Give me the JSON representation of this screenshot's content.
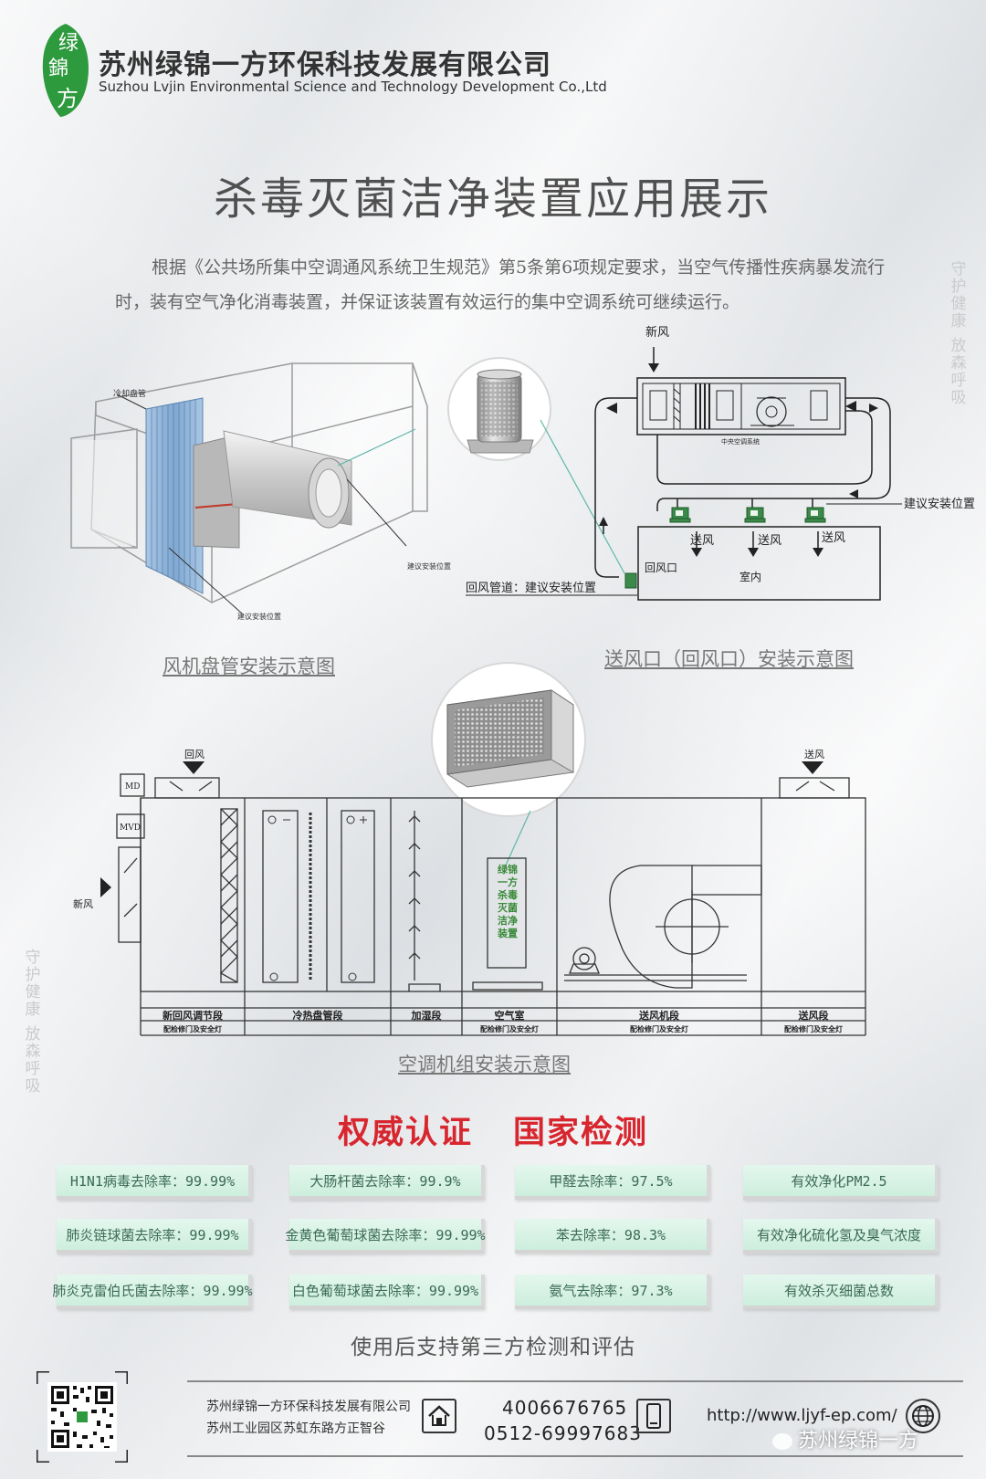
{
  "header": {
    "logo_chars": [
      "绿",
      "錦",
      "方"
    ],
    "company_cn": "苏州绿锦一方环保科技发展有限公司",
    "company_en": "Suzhou Lvjin Environmental Science and Technology Development Co.,Ltd"
  },
  "title": "杀毒灭菌洁净装置应用展示",
  "intro": "根据《公共场所集中空调通风系统卫生规范》第5条第6项规定要求，当空气传播性疾病暴发流行时，装有空气净化消毒装置，并保证该装置有效运行的集中空调系统可继续运行。",
  "side_text": {
    "right": [
      "守",
      "护",
      "健",
      "康",
      " ",
      "放",
      "森",
      "呼",
      "吸"
    ],
    "left": [
      "守",
      "护",
      "健",
      "康",
      " ",
      "放",
      "森",
      "呼",
      "吸"
    ]
  },
  "fan_coil": {
    "label_coil": "冷却盘管",
    "label_pos1": "建议安装位置",
    "label_pos2": "建议安装位置",
    "caption": "风机盘管安装示意图"
  },
  "supply_diagram": {
    "fresh_air": "新风",
    "central_system": "中央空调系统",
    "suggested_pos": "建议安装位置",
    "supply": "送风",
    "return_vent": "回风口",
    "indoor": "室内",
    "return_duct": "回风管道：建议安装位置",
    "caption": "送风口（回风口）安装示意图"
  },
  "ahu": {
    "return_air": "回风",
    "supply_air": "送风",
    "md": "MD",
    "mvd": "MVD",
    "fresh_air": "新风",
    "device_label": "绿锦一方杀毒灭菌洁净装置",
    "sections": [
      {
        "name": "新回风调节段",
        "sub": "配检修门及安全灯"
      },
      {
        "name": "冷热盘管段",
        "sub": ""
      },
      {
        "name": "加湿段",
        "sub": ""
      },
      {
        "name": "空气室",
        "sub": "配检修门及安全灯"
      },
      {
        "name": "送风机段",
        "sub": "配检修门及安全灯"
      },
      {
        "name": "送风段",
        "sub": "配检修门及安全灯"
      }
    ],
    "caption": "空调机组安装示意图"
  },
  "certification": {
    "heading_left": "权威认证",
    "heading_right": "国家检测",
    "badges": [
      [
        "H1N1病毒去除率：99.99%",
        "大肠杆菌去除率：99.9%",
        "甲醛去除率：97.5%",
        "有效净化PM2.5"
      ],
      [
        "肺炎链球菌去除率：99.99%",
        "金黄色葡萄球菌去除率：99.99%",
        "苯去除率：98.3%",
        "有效净化硫化氢及臭气浓度"
      ],
      [
        "肺炎克雷伯氏菌去除率：99.99%",
        "白色葡萄球菌去除率：99.99%",
        "氨气去除率：97.3%",
        "有效杀灭细菌总数"
      ]
    ],
    "support": "使用后支持第三方检测和评估"
  },
  "footer": {
    "company": "苏州绿锦一方环保科技发展有限公司",
    "address": "苏州工业园区苏虹东路方正智谷",
    "phone1": "4006676765",
    "phone2": "0512-69997683",
    "url": "http://www.ljyf-ep.com/",
    "wechat": "苏州绿锦一方"
  },
  "colors": {
    "logo_green": "#2e9a3e",
    "heading_red": "#d8262f",
    "badge_green": "#d4f1e2",
    "device_green": "#3a8a3a"
  }
}
